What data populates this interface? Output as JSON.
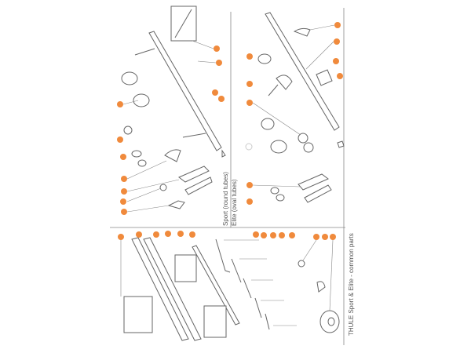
{
  "sections": {
    "sport": {
      "label": "Sport (round tubes)"
    },
    "elite": {
      "label": "Elite (oval tubes)"
    },
    "common": {
      "label": "THULE Sport & Elite - common parts"
    }
  },
  "colors": {
    "callout": "#f08a3c",
    "callout_muted": "#cccccc",
    "line": "#666666"
  }
}
